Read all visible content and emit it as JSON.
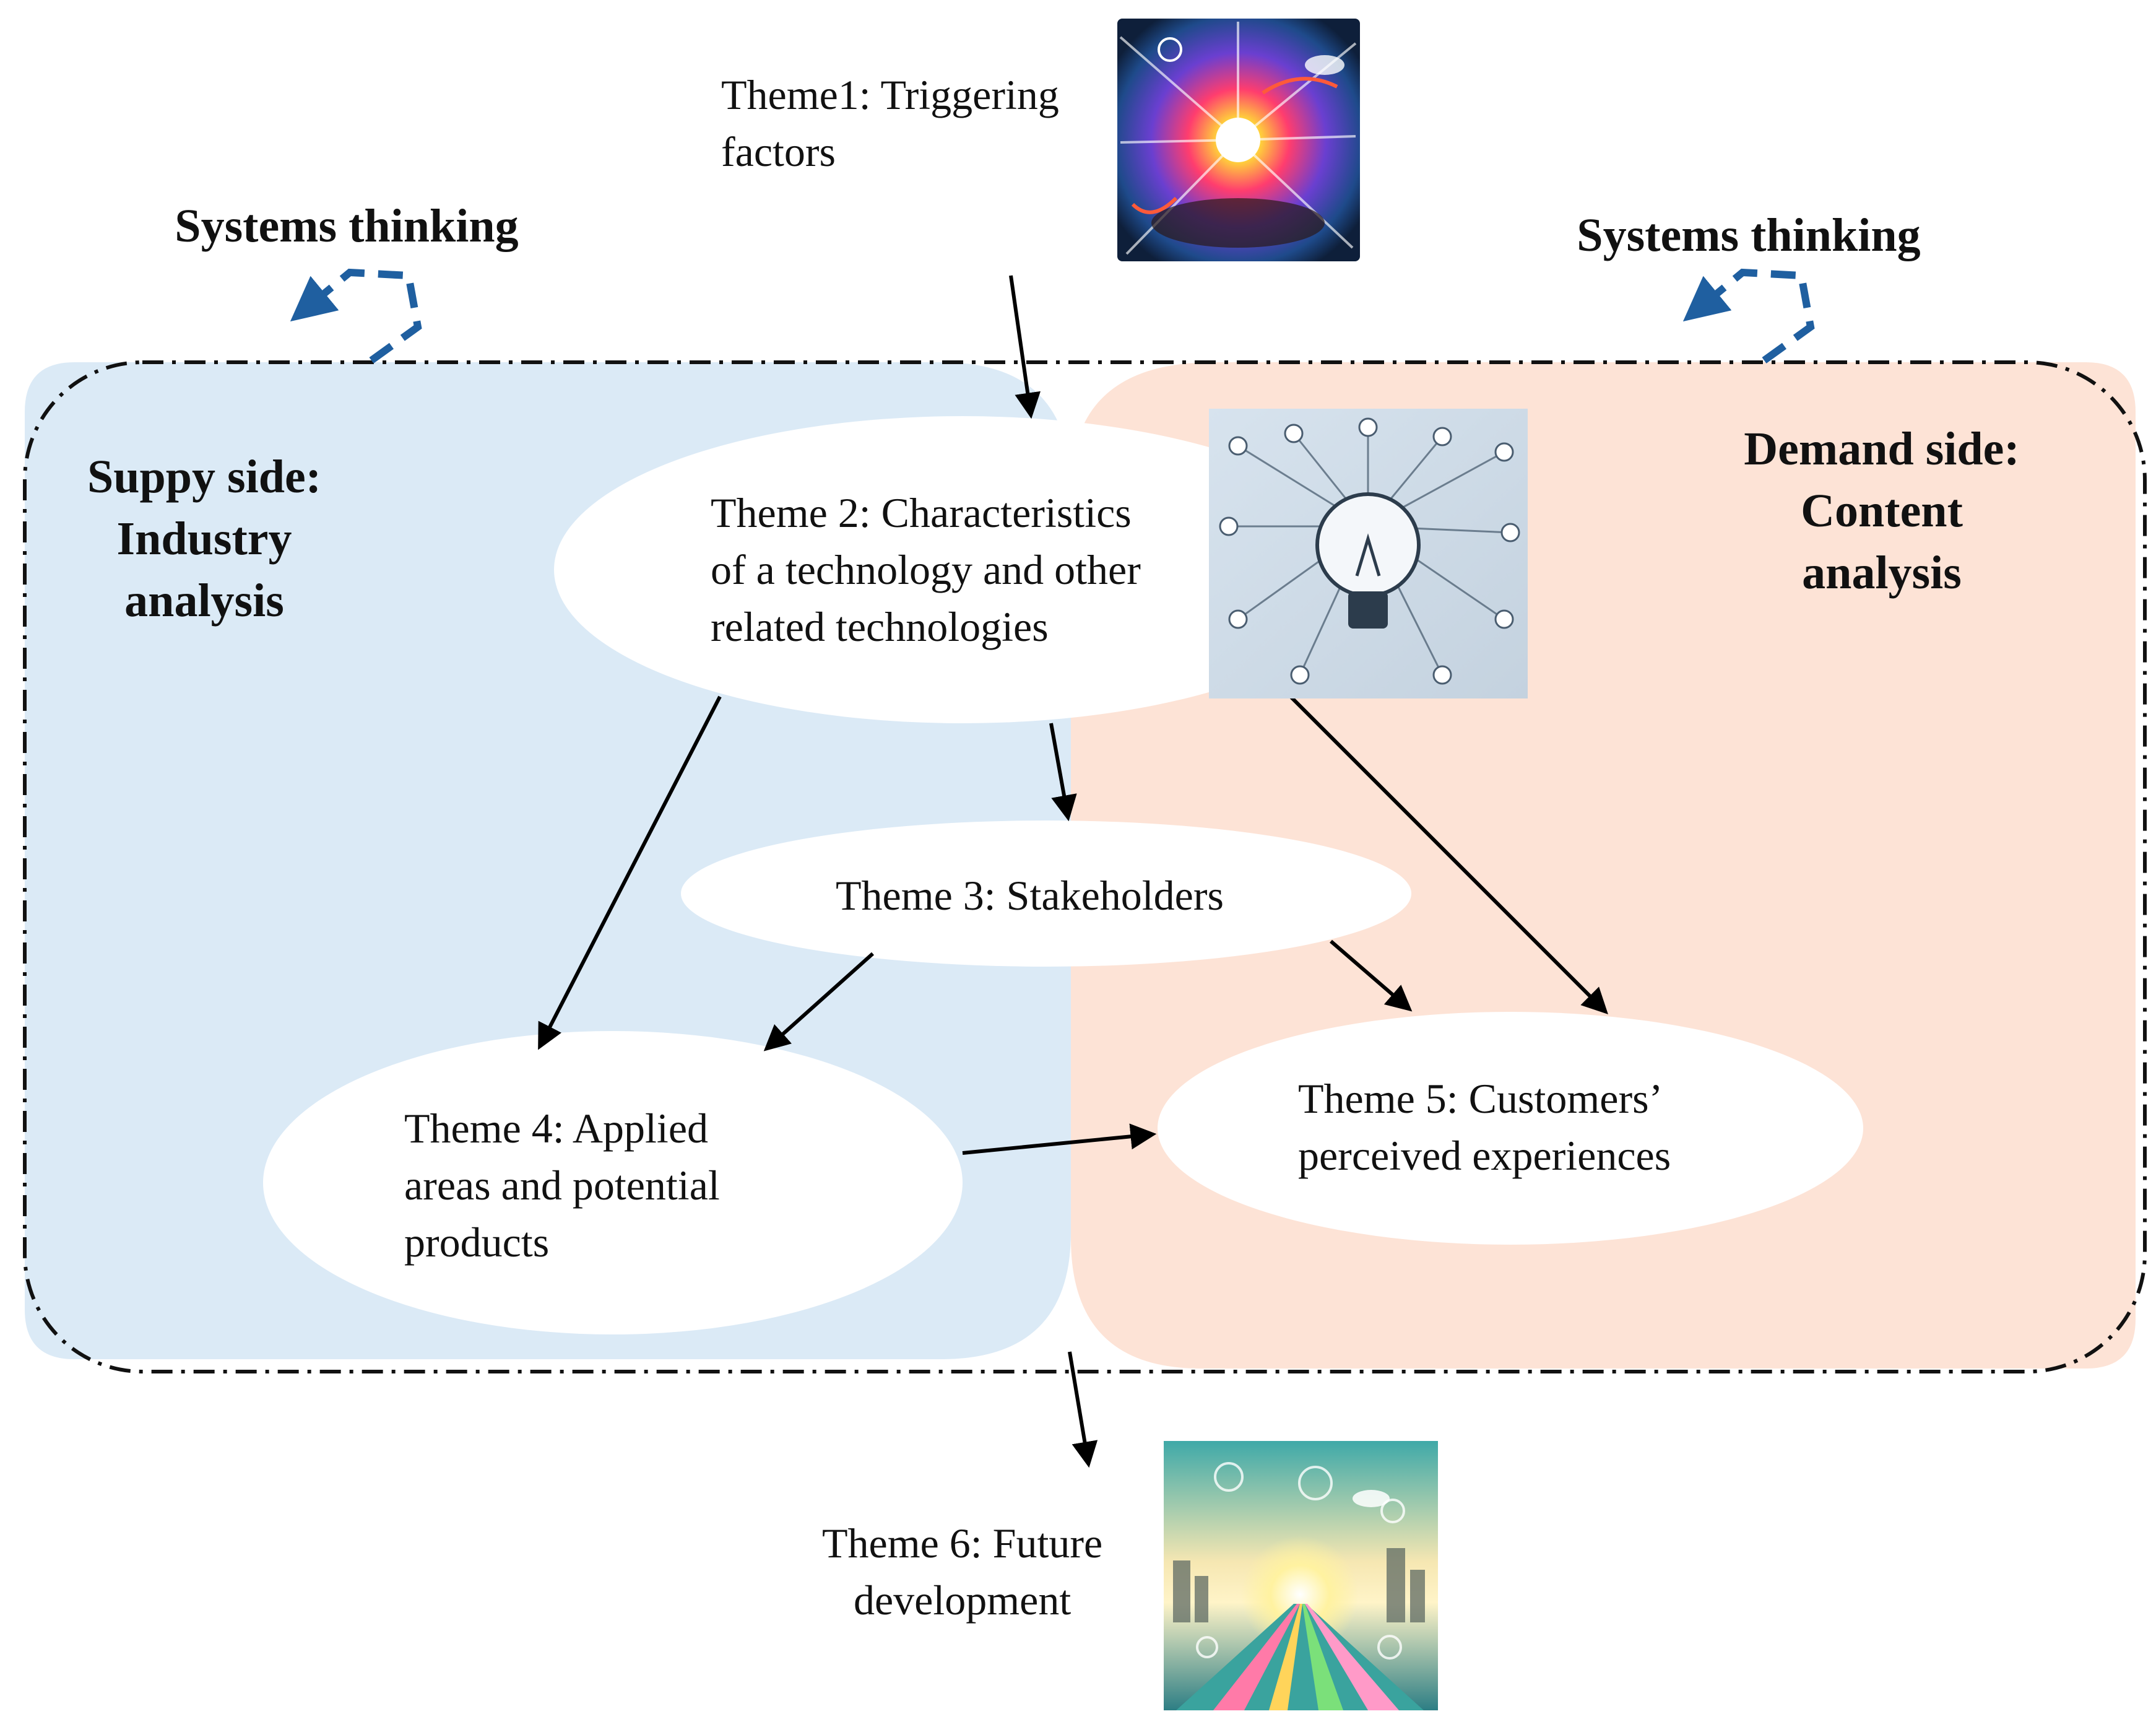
{
  "systems_thinking_left": "Systems thinking",
  "systems_thinking_right": "Systems thinking",
  "supply_side": "Suppy side:\nIndustry\nanalysis",
  "demand_side": "Demand side:\nContent\nanalysis",
  "theme1": "Theme1: Triggering\nfactors",
  "theme2": "Theme 2: Characteristics\nof a technology and other\nrelated technologies",
  "theme3": "Theme 3: Stakeholders",
  "theme4": "Theme 4: Applied\nareas and potential\nproducts",
  "theme5": "Theme 5: Customers’\nperceived experiences",
  "theme6": "Theme 6: Future\ndevelopment",
  "colors": {
    "supply_bg": "#dbeaf6",
    "demand_bg": "#fde3d6",
    "loop_arrow": "#1f5fa0",
    "arrows": "#000000"
  },
  "images": [
    "triggering-burst-image",
    "lightbulb-network-image",
    "future-road-image"
  ]
}
